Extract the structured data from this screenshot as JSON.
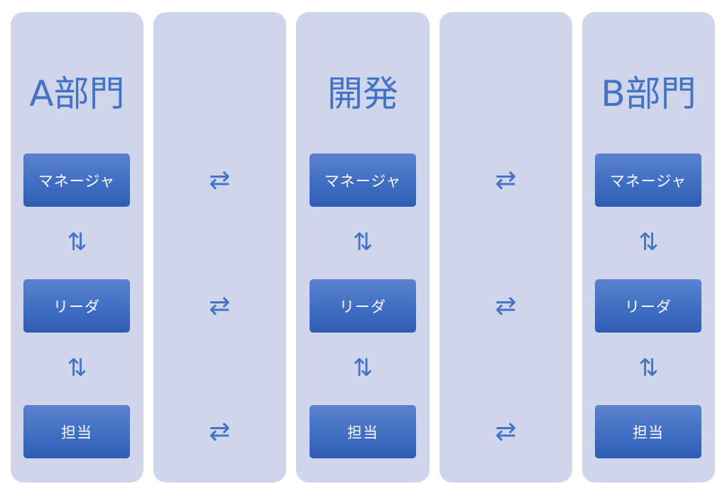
{
  "colors": {
    "panel_bg": "#cfd5ea",
    "accent": "#4472c4",
    "box_top": "#5b82cf",
    "box_bottom": "#2f5db5",
    "box_text": "#ffffff"
  },
  "columns": [
    {
      "type": "department",
      "title": "A部門",
      "roles": [
        "マネージャ",
        "リーダ",
        "担当"
      ],
      "vertical_arrow": "⇅"
    },
    {
      "type": "connector",
      "arrows": [
        "⇄",
        "⇄",
        "⇄"
      ]
    },
    {
      "type": "department",
      "title": "開発",
      "roles": [
        "マネージャ",
        "リーダ",
        "担当"
      ],
      "vertical_arrow": "⇅"
    },
    {
      "type": "connector",
      "arrows": [
        "⇄",
        "⇄",
        "⇄"
      ]
    },
    {
      "type": "department",
      "title": "B部門",
      "roles": [
        "マネージャ",
        "リーダ",
        "担当"
      ],
      "vertical_arrow": "⇅"
    }
  ]
}
